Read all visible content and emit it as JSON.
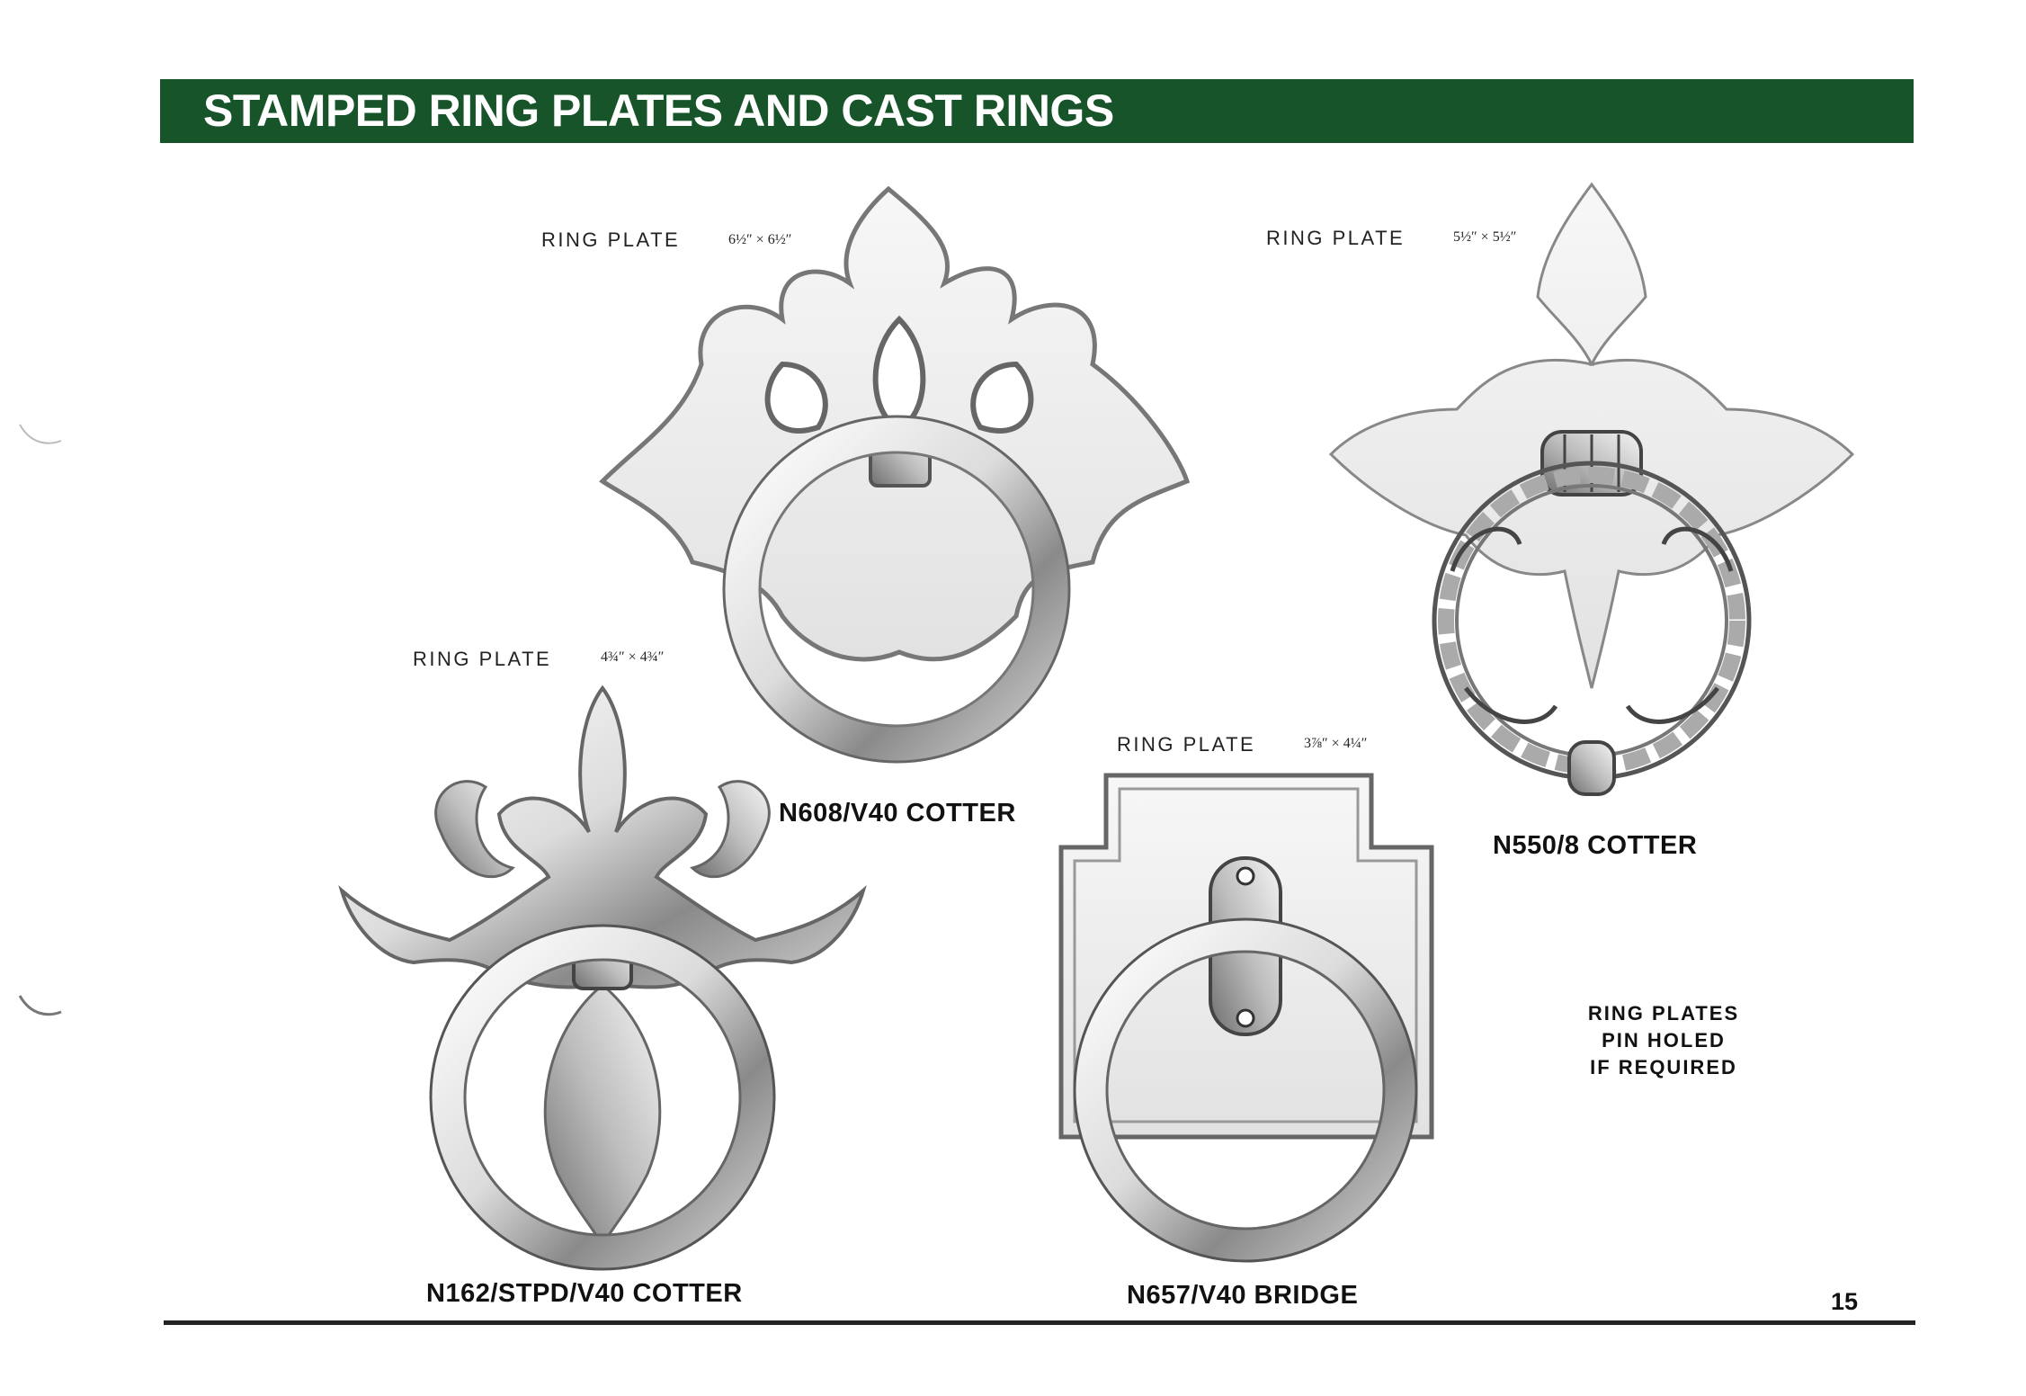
{
  "header": {
    "title": "STAMPED RING PLATES AND CAST RINGS"
  },
  "products": [
    {
      "label": "RING PLATE",
      "size": "6½″ × 6½″",
      "code": "N608/V40 COTTER"
    },
    {
      "label": "RING PLATE",
      "size": "5½″ × 5½″",
      "code": "N550/8 COTTER"
    },
    {
      "label": "RING PLATE",
      "size": "4¾″ × 4¾″",
      "code": "N162/STPD/V40 COTTER"
    },
    {
      "label": "RING PLATE",
      "size": "3⅞″ × 4¼″",
      "code": "N657/V40 BRIDGE"
    }
  ],
  "note": {
    "lines": [
      "RING PLATES",
      "PIN HOLED",
      "IF REQUIRED"
    ]
  },
  "footer": {
    "page_number": "15"
  },
  "colors": {
    "banner": "#17542a",
    "banner_text": "#ffffff",
    "rule": "#222222"
  }
}
